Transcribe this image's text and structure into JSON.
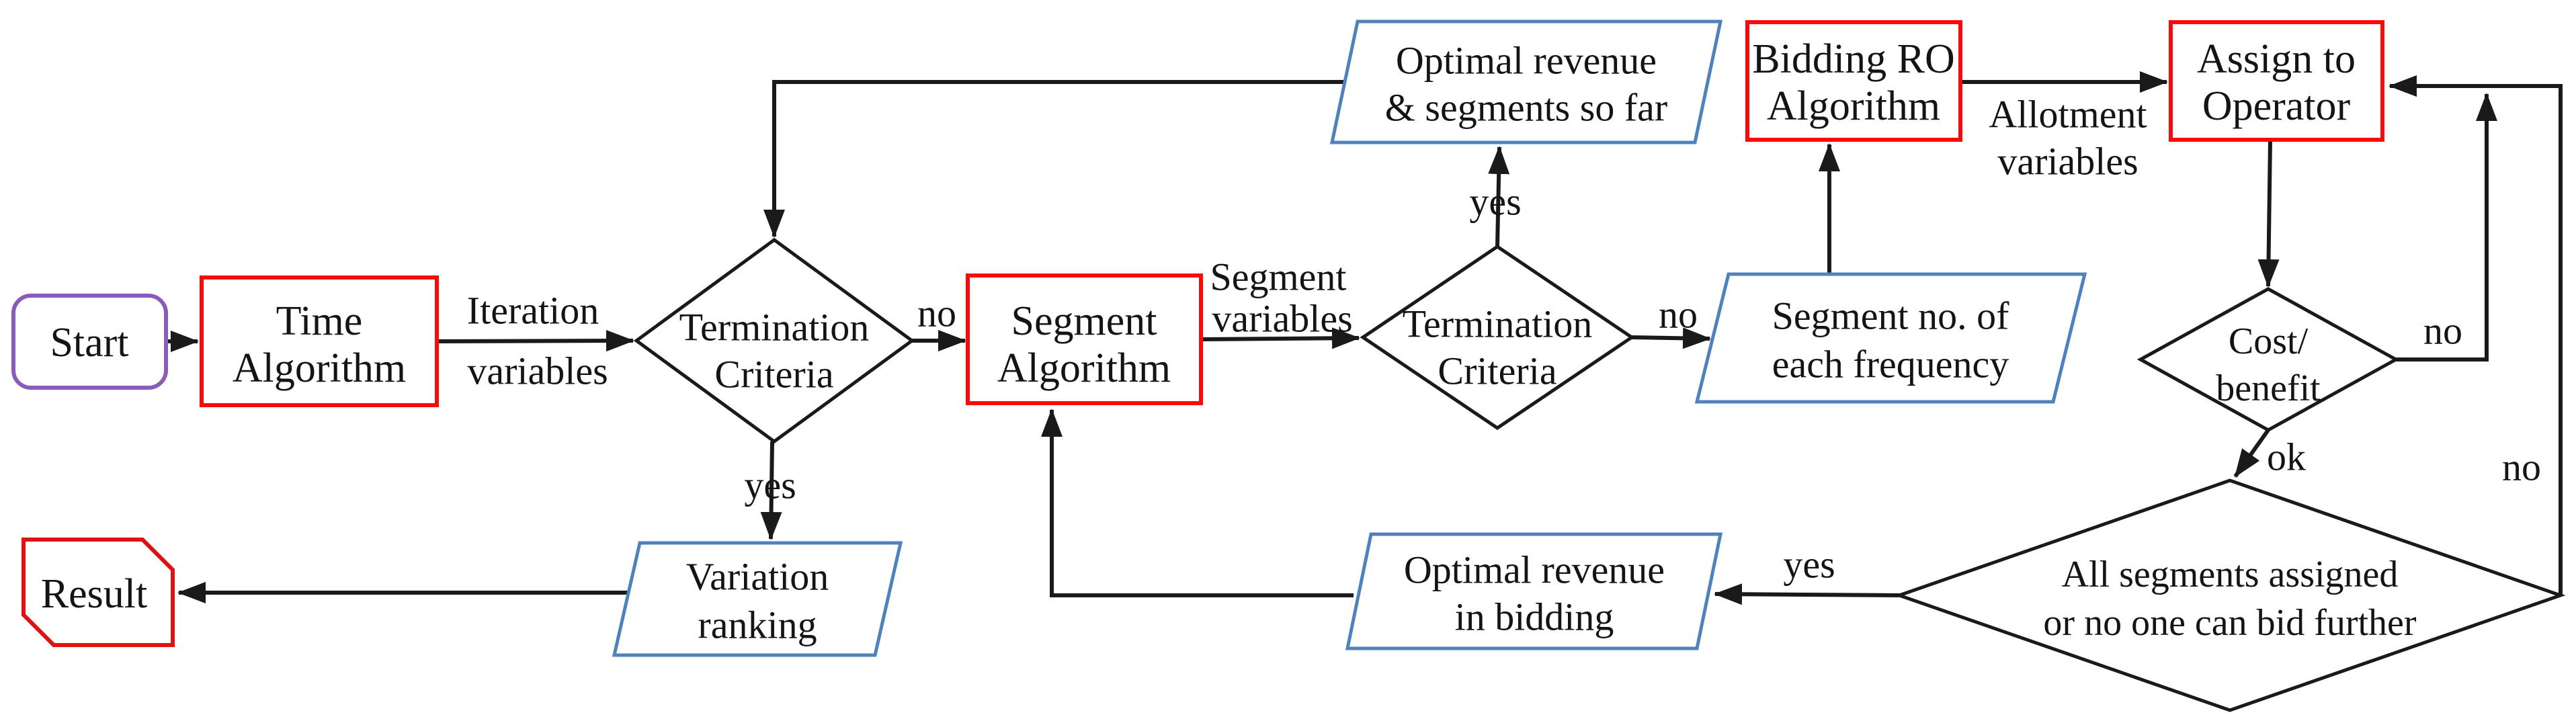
{
  "colors": {
    "process_border": "#fb0a0a",
    "data_border": "#4f81bd",
    "start_border": "#8a5bb8",
    "result_border": "#e01111",
    "decision_border": "#1a1a1a"
  },
  "nodes": {
    "start": {
      "label": "Start"
    },
    "time_algorithm": {
      "line1": "Time",
      "line2": "Algorithm"
    },
    "termination1": {
      "line1": "Termination",
      "line2": "Criteria"
    },
    "segment_algorithm": {
      "line1": "Segment",
      "line2": "Algorithm"
    },
    "termination2": {
      "line1": "Termination",
      "line2": "Criteria"
    },
    "optimal_revenue_segments": {
      "line1": "Optimal revenue",
      "line2": "& segments so far"
    },
    "bidding_ro": {
      "line1": "Bidding RO",
      "line2": "Algorithm"
    },
    "assign_operator": {
      "line1": "Assign to",
      "line2": "Operator"
    },
    "segment_frequency": {
      "line1": "Segment no. of",
      "line2": "each frequency"
    },
    "cost_benefit": {
      "line1": "Cost/",
      "line2": "benefit"
    },
    "all_segments": {
      "line1": "All segments assigned",
      "line2": "or no one can bid further"
    },
    "optimal_revenue_bidding": {
      "line1": "Optimal revenue",
      "line2": "in bidding"
    },
    "variation_ranking": {
      "line1": "Variation",
      "line2": "ranking"
    },
    "result": {
      "label": "Result"
    }
  },
  "edge_labels": {
    "iteration_variables": {
      "line1": "Iteration",
      "line2": "variables"
    },
    "segment_variables": {
      "line1": "Segment",
      "line2": "variables"
    },
    "allotment_variables": {
      "line1": "Allotment",
      "line2": "variables"
    },
    "tc1_no": "no",
    "tc1_yes": "yes",
    "tc2_no": "no",
    "tc2_yes": "yes",
    "cost_no": "no",
    "cost_ok": "ok",
    "all_segments_no": "no",
    "all_segments_yes": "yes"
  }
}
